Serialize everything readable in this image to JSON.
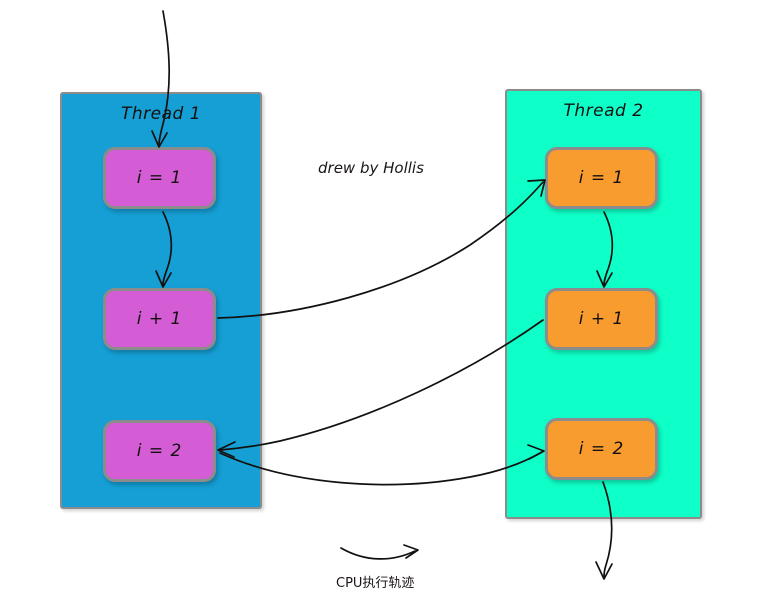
{
  "diagram": {
    "credit": "drew by Hollis",
    "legend": "CPU执行轨迹",
    "colors": {
      "thread1_panel": "#159fd4",
      "thread2_panel": "#0fffc8",
      "thread1_box": "#d45cd4",
      "thread2_box": "#f89c30",
      "ink": "#13110f",
      "border": "#8c8c8c",
      "background": "#ffffff"
    },
    "threads": [
      {
        "title": "Thread 1",
        "steps": [
          {
            "label": "i = 1"
          },
          {
            "label": "i + 1"
          },
          {
            "label": "i = 2"
          }
        ]
      },
      {
        "title": "Thread 2",
        "steps": [
          {
            "label": "i = 1"
          },
          {
            "label": "i + 1"
          },
          {
            "label": "i = 2"
          }
        ]
      }
    ]
  }
}
